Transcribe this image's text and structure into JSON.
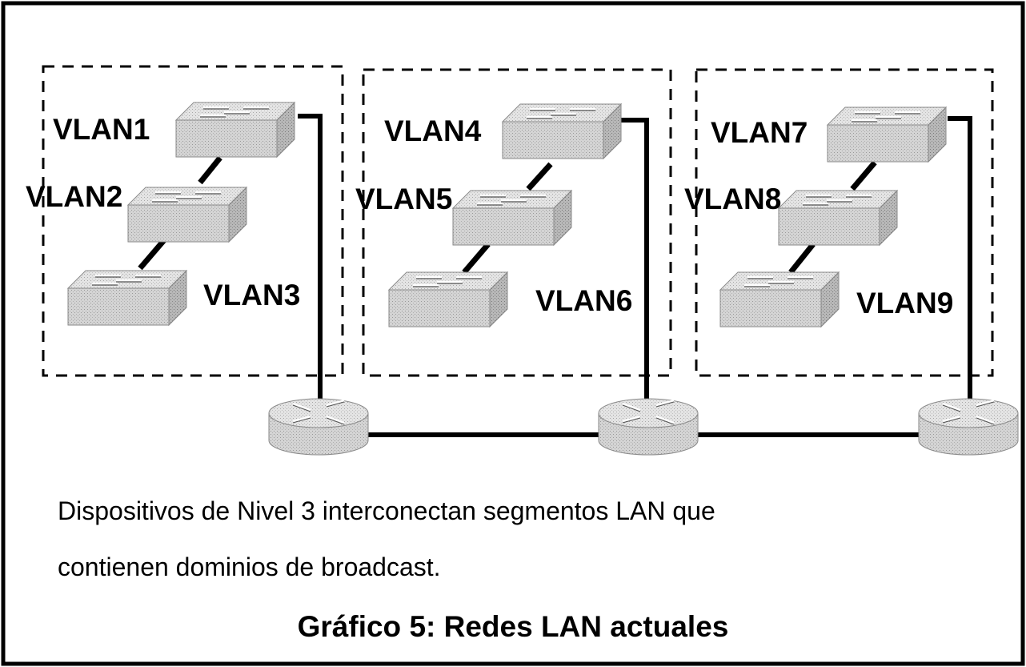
{
  "groups": [
    {
      "id": "group-1",
      "vlans": [
        {
          "label": "VLAN1"
        },
        {
          "label": "VLAN2"
        },
        {
          "label": "VLAN3"
        }
      ]
    },
    {
      "id": "group-2",
      "vlans": [
        {
          "label": "VLAN4"
        },
        {
          "label": "VLAN5"
        },
        {
          "label": "VLAN6"
        }
      ]
    },
    {
      "id": "group-3",
      "vlans": [
        {
          "label": "VLAN7"
        },
        {
          "label": "VLAN8"
        },
        {
          "label": "VLAN9"
        }
      ]
    }
  ],
  "nodes": {
    "switches": 9,
    "routers": 3
  },
  "caption": {
    "line1": "Dispositivos de Nivel 3 interconectan segmentos LAN que",
    "line2": "contienen dominios de broadcast."
  },
  "figure_title": "Gráfico 5: Redes LAN actuales",
  "colors": {
    "border": "#000000",
    "switch_fill": "#d3d3d3",
    "router_fill": "#cccccc",
    "link": "#000000"
  }
}
